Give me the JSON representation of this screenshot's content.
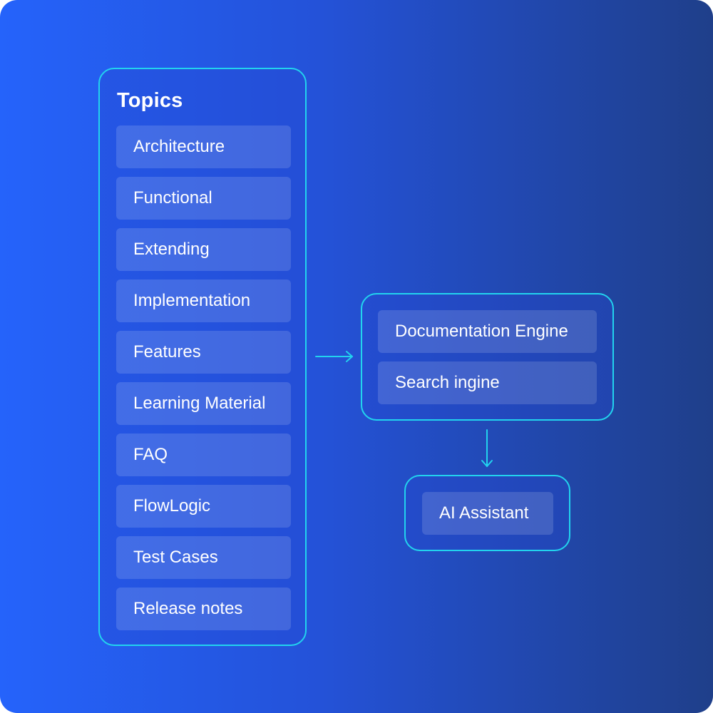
{
  "topics": {
    "title": "Topics",
    "items": [
      "Architecture",
      "Functional",
      "Extending",
      "Implementation",
      "Features",
      "Learning Material",
      "FAQ",
      "FlowLogic",
      "Test Cases",
      "Release notes"
    ]
  },
  "engines": {
    "items": [
      "Documentation Engine",
      "Search ingine"
    ]
  },
  "assistant": {
    "label": "AI Assistant"
  },
  "colors": {
    "accent": "#22d3ee",
    "background_start": "#2563fb",
    "background_end": "#1f3f8a",
    "text": "#ffffff"
  },
  "icons": {
    "connector_right": "arrow-right-icon",
    "connector_down": "arrow-down-icon"
  }
}
